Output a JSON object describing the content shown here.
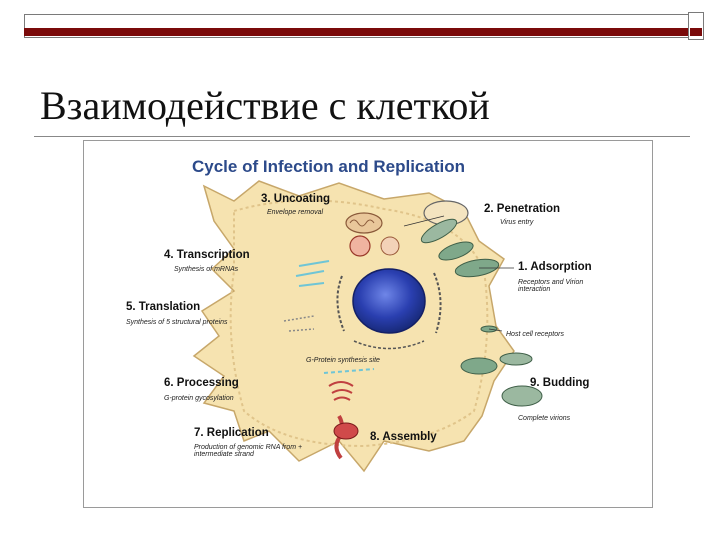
{
  "slide": {
    "title": "Взаимодействие с клеткой"
  },
  "diagram": {
    "title": "Cycle of Infection and Replication",
    "steps": [
      {
        "label": "1. Adsorption",
        "desc": "Receptors and Virion interaction"
      },
      {
        "label": "2. Penetration",
        "desc": "Virus entry"
      },
      {
        "label": "3. Uncoating",
        "desc": "Envelope removal"
      },
      {
        "label": "4. Transcription",
        "desc": "Synthesis of mRNAs"
      },
      {
        "label": "5. Translation",
        "desc": "Synthesis of 5 structural proteins"
      },
      {
        "label": "6. Processing",
        "desc": "G-protein gycosylation"
      },
      {
        "label": "7. Replication",
        "desc": "Production of genomic RNA from + intermediate strand"
      },
      {
        "label": "8. Assembly",
        "desc": ""
      },
      {
        "label": "9. Budding",
        "desc": "Complete virions"
      }
    ],
    "host_receptors": "Host cell receptors",
    "g_protein_site": "G-Protein synthesis site",
    "colors": {
      "title_blue": "#2c4a8a",
      "cell_fill": "#f6e3b0",
      "nucleus": "#2a3fb0",
      "virion": "#7fa88a",
      "decor_red": "#7a0a0a"
    }
  }
}
